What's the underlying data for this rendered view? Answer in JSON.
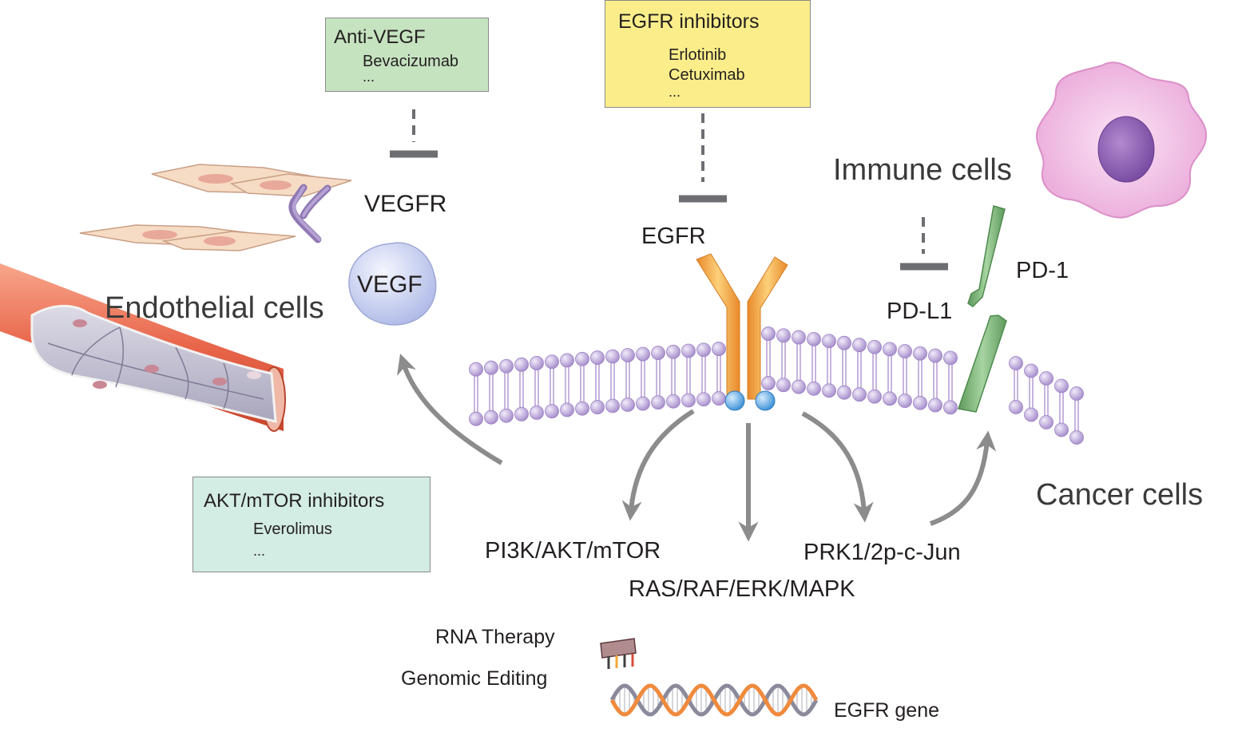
{
  "boxes": {
    "anti_vegf": {
      "title": "Anti-VEGF",
      "items": [
        "Bevacizumab",
        "..."
      ],
      "fill": "#c6e3c0"
    },
    "egfr_inhibitors": {
      "title": "EGFR inhibitors",
      "items": [
        "Erlotinib",
        "Cetuximab",
        "..."
      ],
      "fill": "#fbee8a"
    },
    "akt_mtor_inhibitors": {
      "title": "AKT/mTOR inhibitors",
      "items": [
        "Everolimus",
        "..."
      ],
      "fill": "#d3ece4"
    }
  },
  "labels": {
    "vegfr": "VEGFR",
    "vegf": "VEGF",
    "endothelial_cells": "Endothelial cells",
    "egfr": "EGFR",
    "immune_cells": "Immune cells",
    "pd1": "PD-1",
    "pdl1": "PD-L1",
    "cancer_cells": "Cancer cells",
    "pi3k_pathway": "PI3K/AKT/mTOR",
    "ras_pathway": "RAS/RAF/ERK/MAPK",
    "prk_pathway": "PRK1/2p-c-Jun",
    "rna_therapy": "RNA Therapy",
    "genomic_editing": "Genomic Editing",
    "egfr_gene": "EGFR gene"
  },
  "colors": {
    "receptor_orange": "#f5a838",
    "lipid_purple": "#b9a2d6",
    "pd_green": "#7fb27c",
    "vessel_red": "#e2573c",
    "arrow_gray": "#8c8c8c",
    "inhibit_gray": "#6d6e71",
    "dna_orange": "#f08a3c"
  },
  "icons": {
    "vessel": "blood-vessel-icon",
    "endothelial": "endothelial-cell-icon",
    "immune": "immune-cell-icon",
    "rna": "rna-therapy-icon",
    "dna": "dna-helix-icon"
  }
}
